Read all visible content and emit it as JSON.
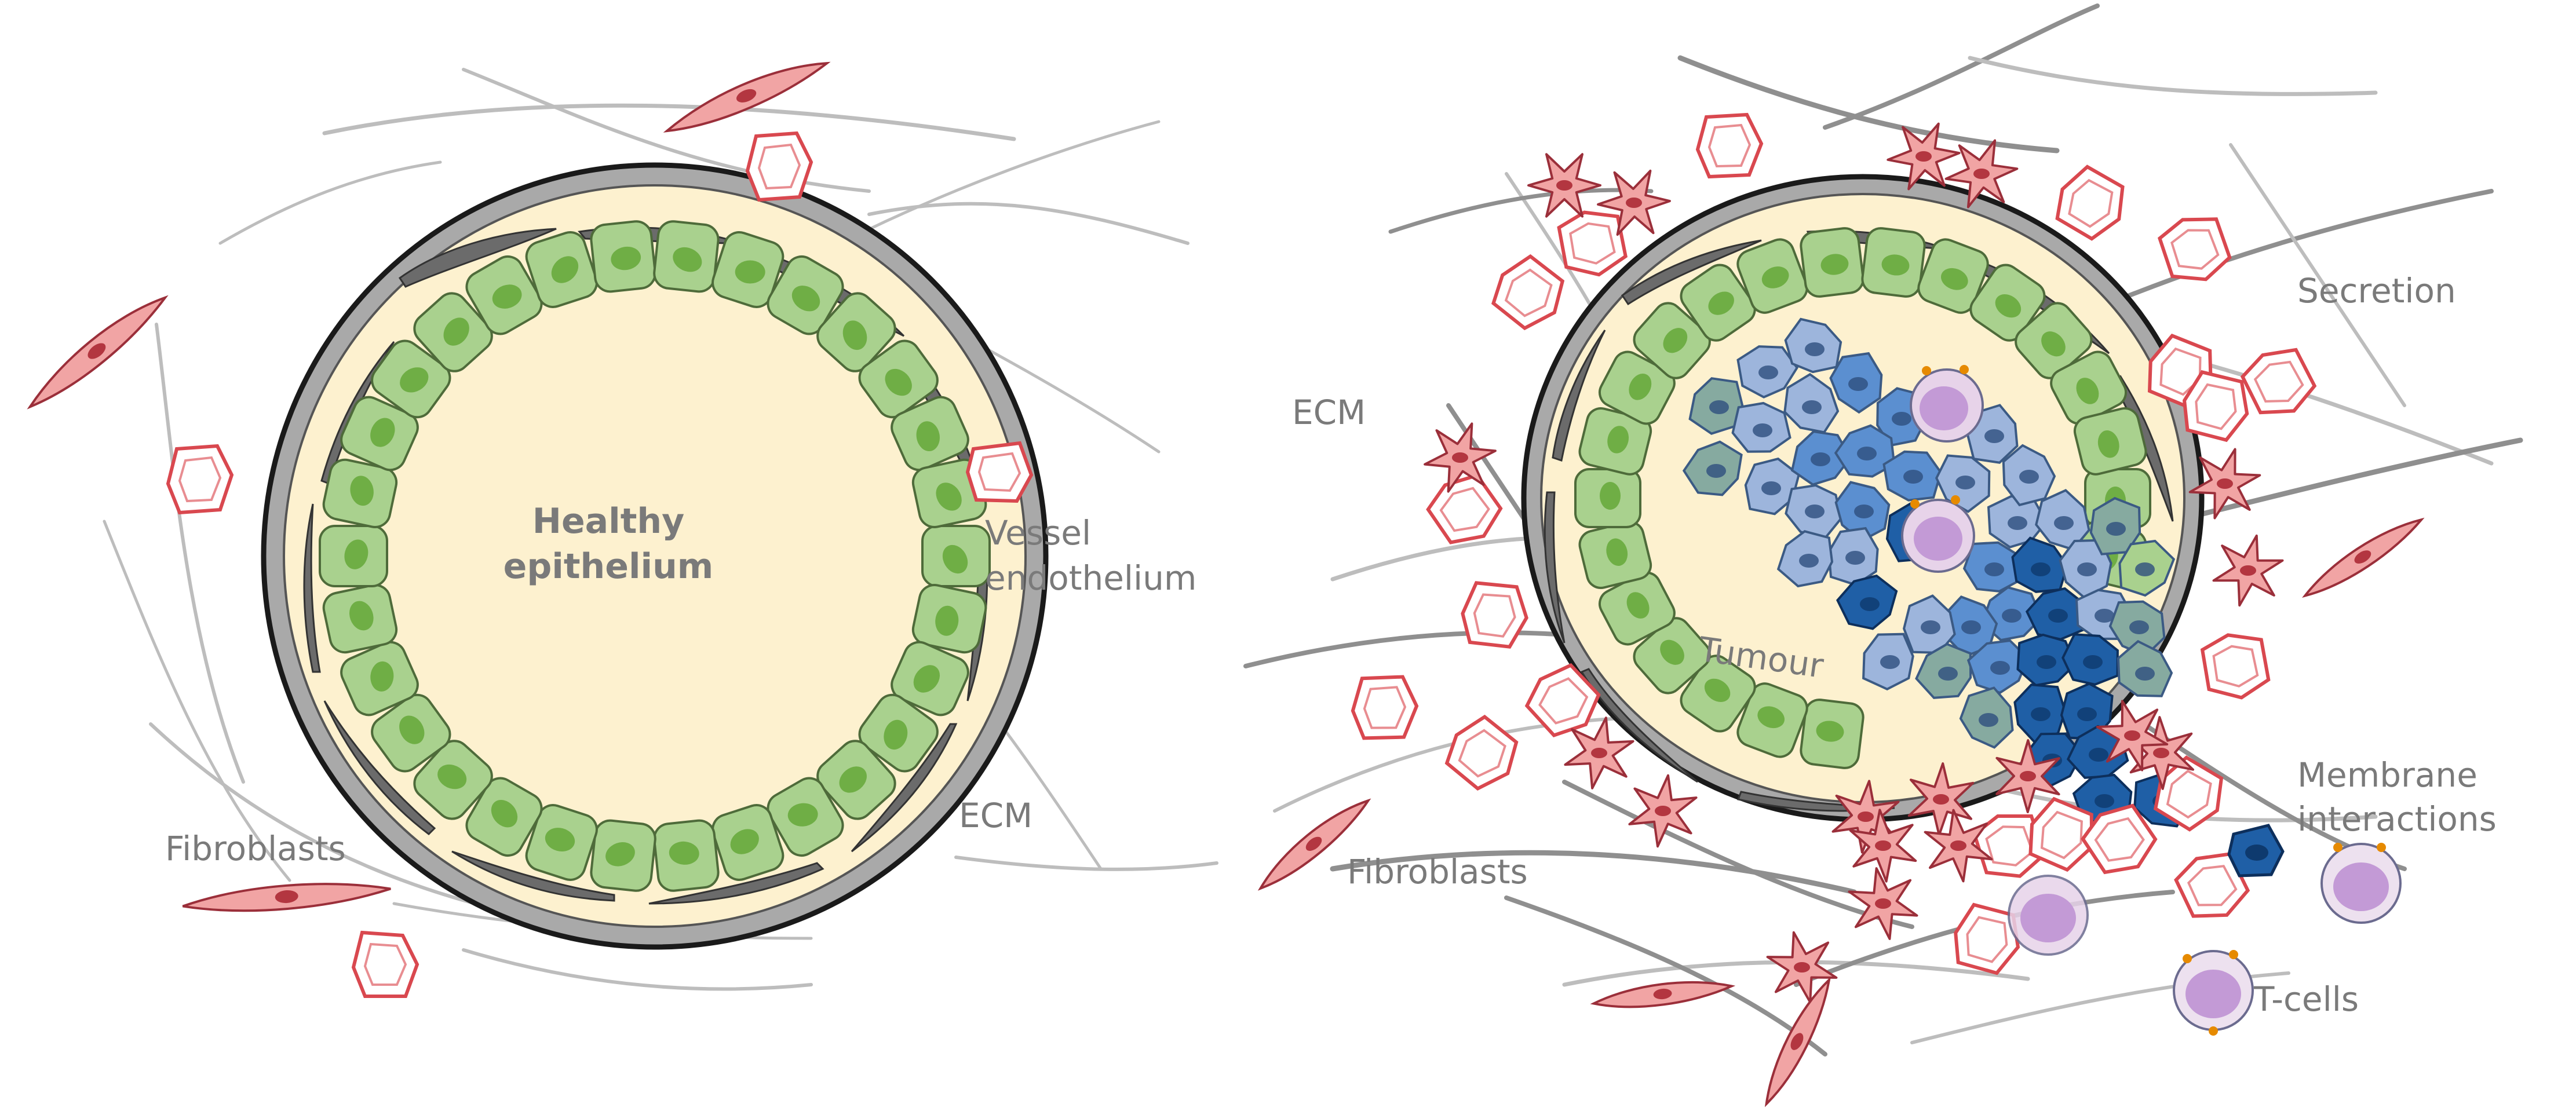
{
  "labels": {
    "left_center": [
      "Healthy",
      "epithelium"
    ],
    "left_vessel": [
      "Vessel",
      "endothelium"
    ],
    "left_ecm": "ECM",
    "left_fibroblasts": "Fibroblasts",
    "right_ecm": "ECM",
    "right_tumour": "Tumour",
    "right_secretion": "Secretion",
    "right_membrane": [
      "Membrane",
      "interactions"
    ],
    "right_fibroblasts": "Fibroblasts",
    "right_tcells": "T-cells"
  },
  "colors": {
    "lumen": "#fdf1cf",
    "basement_membrane": "#a9a9a9",
    "epithelial_cell": "#a9d18e",
    "epithelial_nucleus": "#6fae45",
    "tumour_light": "#9db5dc",
    "tumour_mid": "#5b8fd0",
    "tumour_dark": "#1f5fa6",
    "tumour_teal": "#86aaa0",
    "red_blood_cell_outline": "#d9484f",
    "fibroblast": "#f1a4a4",
    "t_cell": "#c8a9dc",
    "ecm_fiber": "#bdbdbd"
  }
}
